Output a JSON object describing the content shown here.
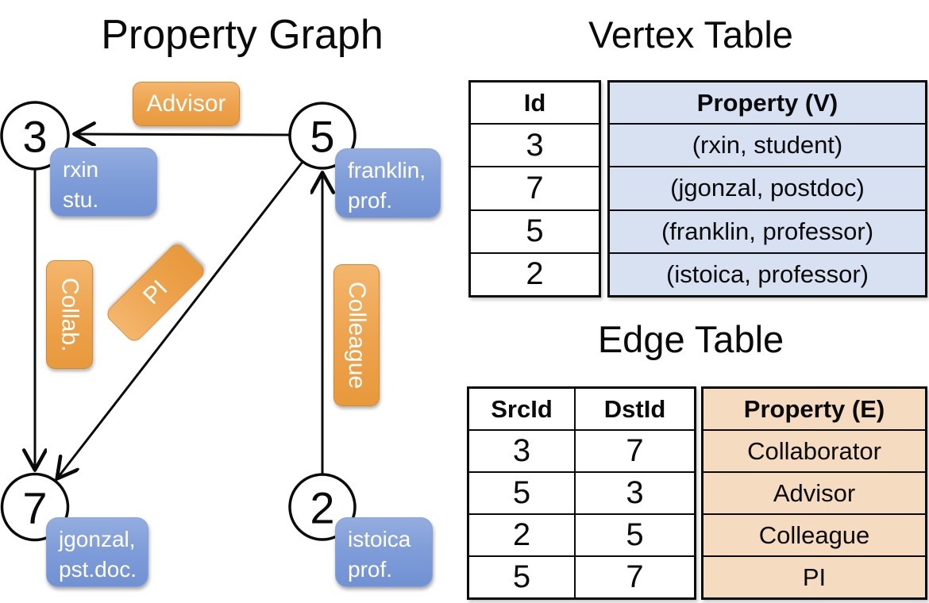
{
  "graph": {
    "title": "Property Graph",
    "nodes": [
      {
        "id": "3",
        "property_lines": [
          "rxin",
          "stu."
        ]
      },
      {
        "id": "5",
        "property_lines": [
          "franklin,",
          "prof."
        ]
      },
      {
        "id": "7",
        "property_lines": [
          "jgonzal,",
          "pst.doc."
        ]
      },
      {
        "id": "2",
        "property_lines": [
          "istoica",
          "prof."
        ]
      }
    ],
    "edge_labels": {
      "advisor": "Advisor",
      "collab": "Collab.",
      "pi": "PI",
      "colleague": "Colleague"
    },
    "edges": [
      {
        "src": "5",
        "dst": "3",
        "label": "Advisor"
      },
      {
        "src": "3",
        "dst": "7",
        "label": "Collab."
      },
      {
        "src": "5",
        "dst": "7",
        "label": "PI"
      },
      {
        "src": "2",
        "dst": "5",
        "label": "Colleague"
      }
    ]
  },
  "vertex_table": {
    "title": "Vertex Table",
    "columns": {
      "id": "Id",
      "property": "Property (V)"
    },
    "rows": [
      {
        "id": "3",
        "property": "(rxin, student)"
      },
      {
        "id": "7",
        "property": "(jgonzal, postdoc)"
      },
      {
        "id": "5",
        "property": "(franklin, professor)"
      },
      {
        "id": "2",
        "property": "(istoica, professor)"
      }
    ]
  },
  "edge_table": {
    "title": "Edge Table",
    "columns": {
      "src": "SrcId",
      "dst": "DstId",
      "property": "Property (E)"
    },
    "rows": [
      {
        "src": "3",
        "dst": "7",
        "property": "Collaborator"
      },
      {
        "src": "5",
        "dst": "3",
        "property": "Advisor"
      },
      {
        "src": "2",
        "dst": "5",
        "property": "Colleague"
      },
      {
        "src": "5",
        "dst": "7",
        "property": "PI"
      }
    ]
  },
  "colors": {
    "edge_label_orange": "#eda24c",
    "node_property_blue": "#7e9cd8",
    "vertex_property_bg": "#d8e1f2",
    "edge_property_bg": "#f5dbc0",
    "line_black": "#0a0a0a"
  }
}
